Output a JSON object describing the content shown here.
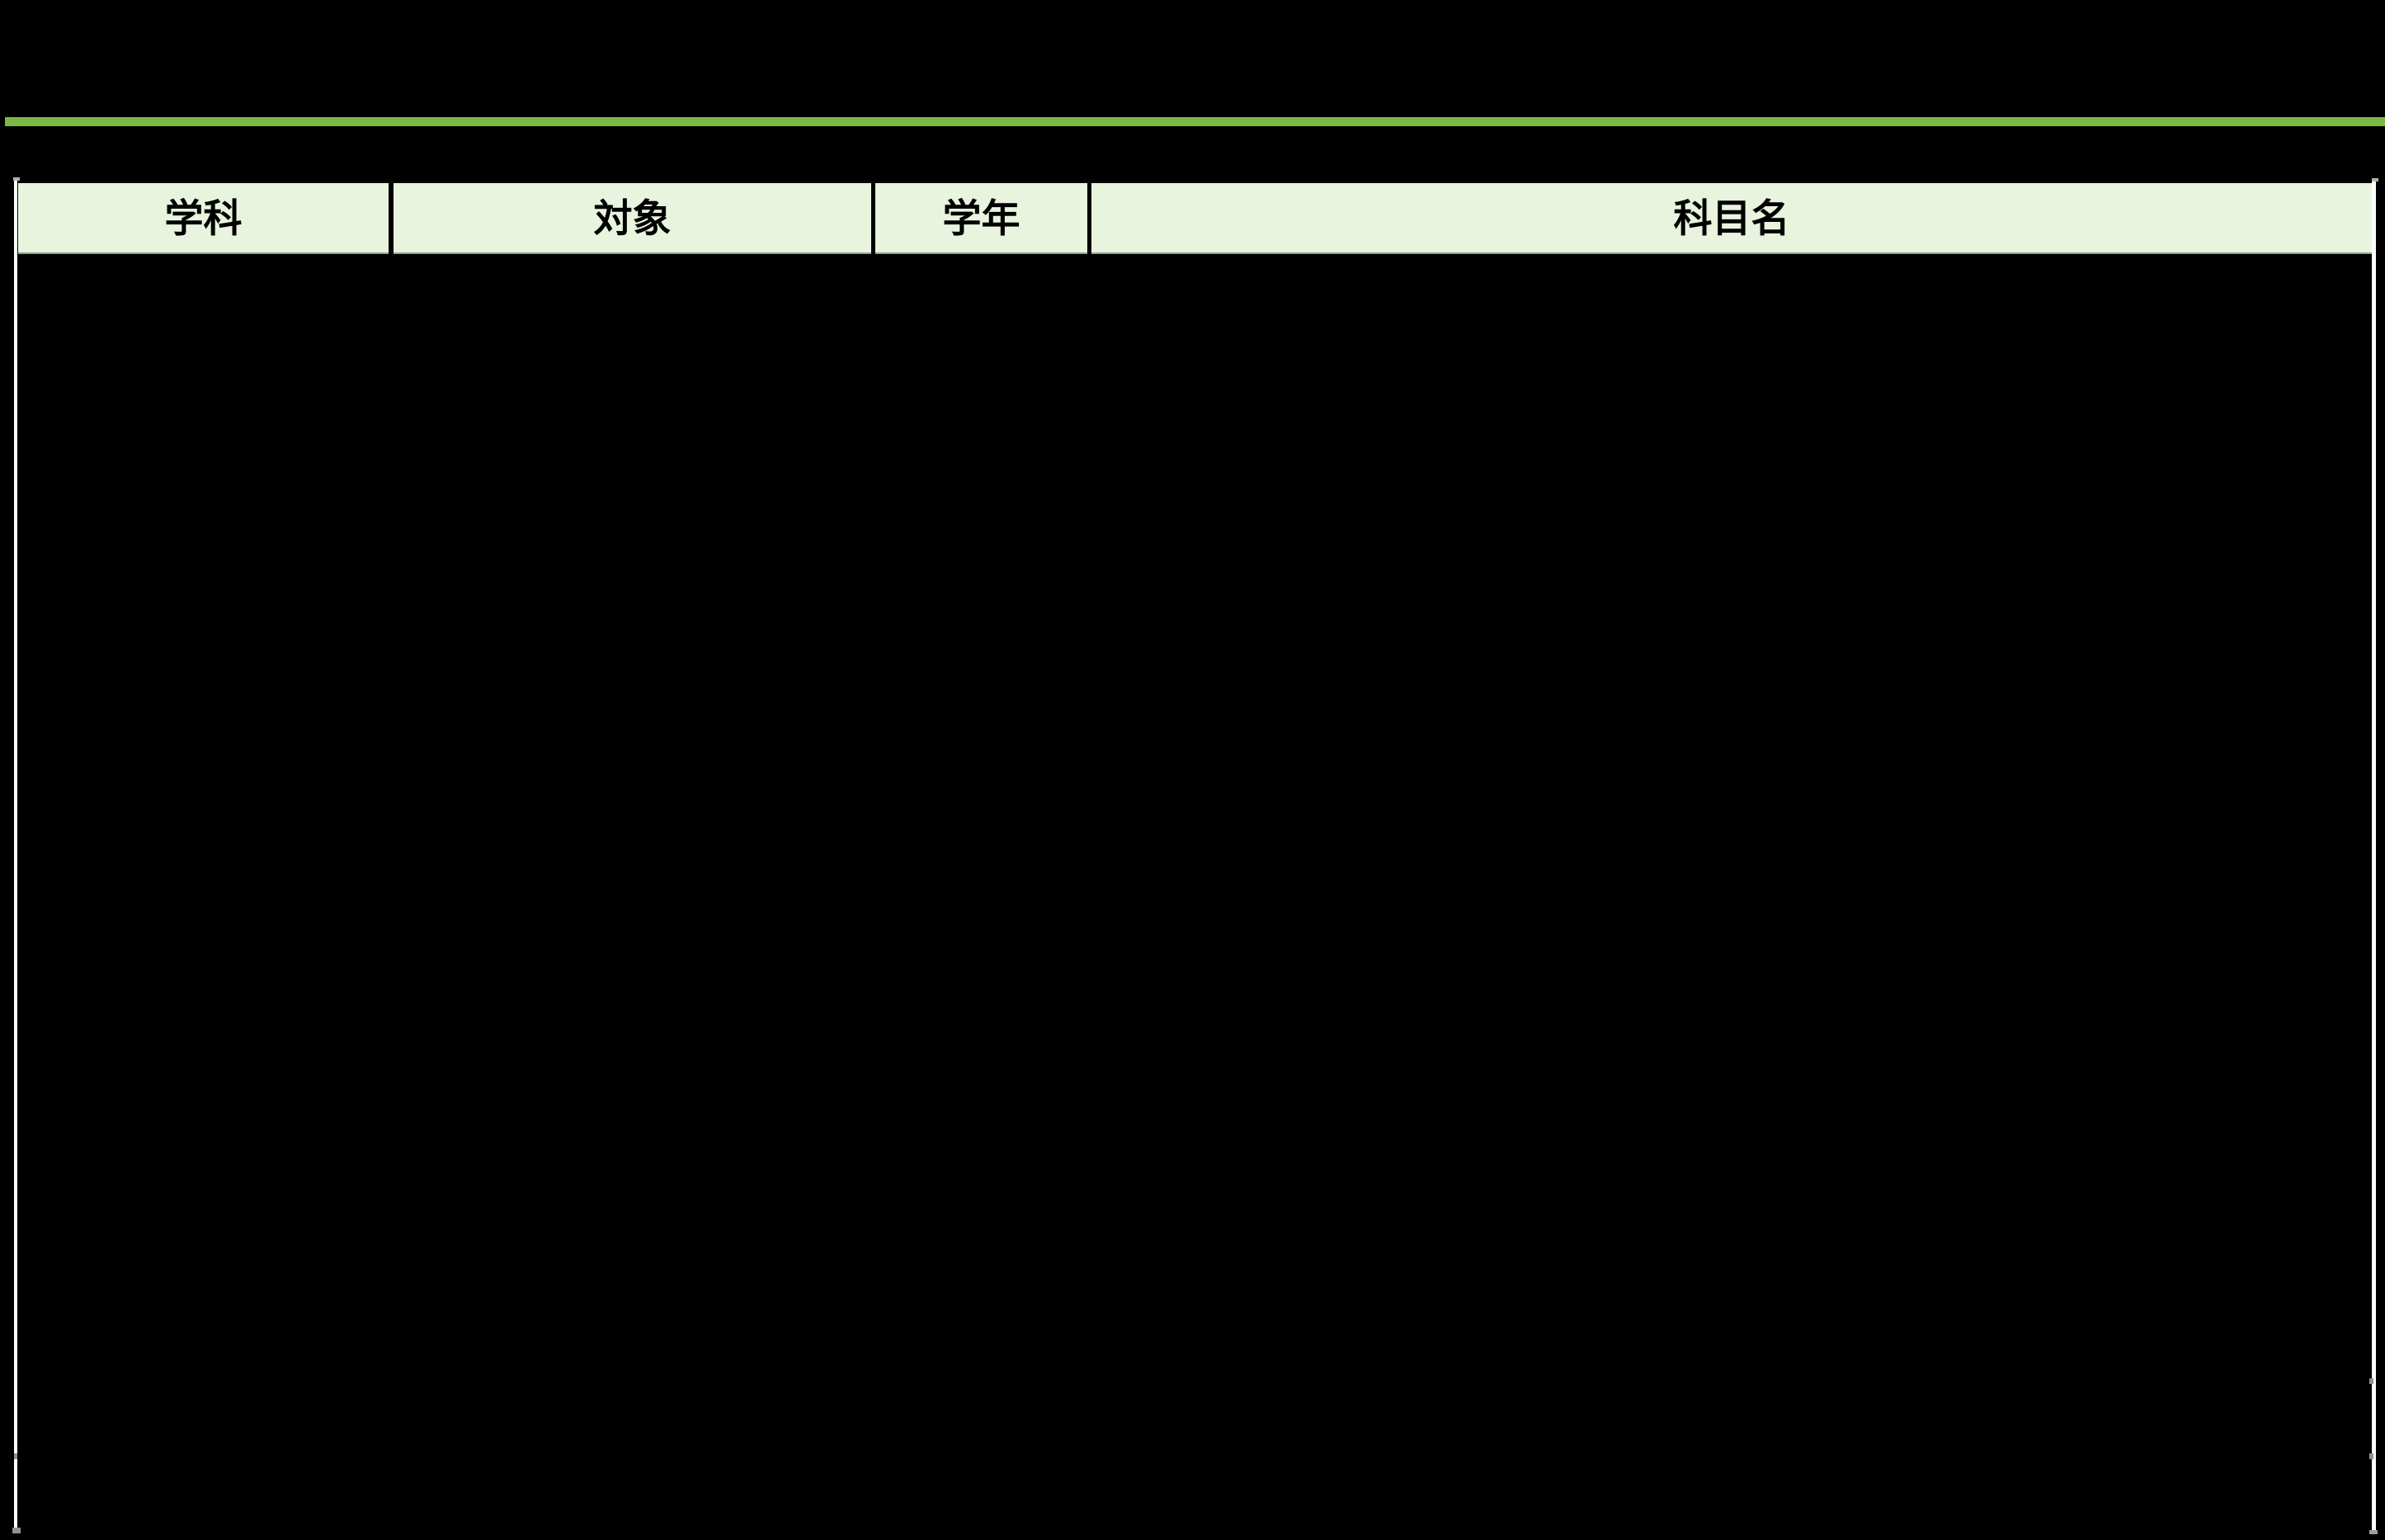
{
  "colors": {
    "background": "#000000",
    "accent_green": "#7CB843",
    "header_bg": "#E9F4DE",
    "header_text": "#000000",
    "table_side_border": "#FFFFFF",
    "header_underline": "#99A18F",
    "corner_tick_gray": "#ADB2A9"
  },
  "table": {
    "columns": [
      {
        "id": "gakka",
        "label": "学科"
      },
      {
        "id": "taishou",
        "label": "対象"
      },
      {
        "id": "gakunen",
        "label": "学年"
      },
      {
        "id": "kamokumei",
        "label": "科目名"
      }
    ],
    "rows": []
  }
}
